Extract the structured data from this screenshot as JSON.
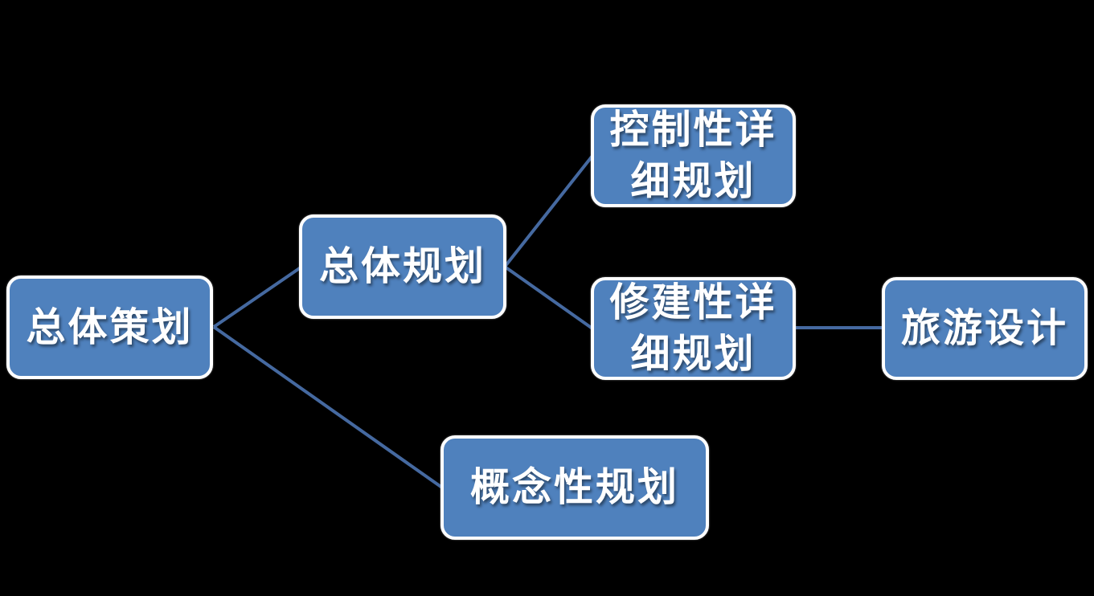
{
  "diagram": {
    "type": "hierarchy-flow",
    "background_color": "#000000",
    "node_fill_color": "#4f81bd",
    "node_border_color": "#ffffff",
    "connector_color": "#4569a0",
    "text_color": "#ffffff",
    "nodes": [
      {
        "id": "overall-planning",
        "label": "总体策划"
      },
      {
        "id": "master-plan",
        "label": "总体规划"
      },
      {
        "id": "regulatory-detailed-plan",
        "label": "控制性详\n细规划"
      },
      {
        "id": "constructive-detailed-plan",
        "label": "修建性详\n细规划"
      },
      {
        "id": "tourism-design",
        "label": "旅游设计"
      },
      {
        "id": "conceptual-plan",
        "label": "概念性规划"
      }
    ],
    "connectors": [
      {
        "from": "overall-planning",
        "to": "master-plan"
      },
      {
        "from": "overall-planning",
        "to": "conceptual-plan"
      },
      {
        "from": "master-plan",
        "to": "regulatory-detailed-plan"
      },
      {
        "from": "master-plan",
        "to": "constructive-detailed-plan"
      },
      {
        "from": "constructive-detailed-plan",
        "to": "tourism-design"
      }
    ]
  }
}
